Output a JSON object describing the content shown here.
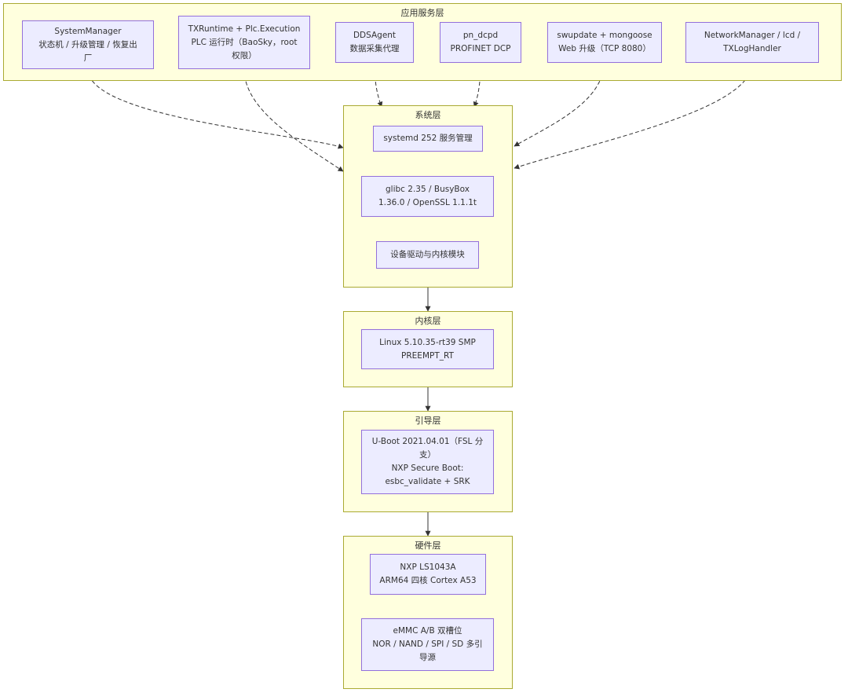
{
  "clusters": {
    "app": "应用服务层",
    "system": "系统层",
    "kernel": "内核层",
    "boot": "引导层",
    "hardware": "硬件层"
  },
  "nodes": {
    "system_manager": "SystemManager\n状态机 / 升级管理 / 恢复出\n厂",
    "tx_runtime": "TXRuntime + Plc.Execution\nPLC 运行时（BaoSky，root\n权限）",
    "dds_agent": "DDSAgent\n数据采集代理",
    "pn_dcpd": "pn_dcpd\nPROFINET DCP",
    "swupdate": "swupdate + mongoose\nWeb 升级（TCP 8080）",
    "network_manager": "NetworkManager / lcd /\nTXLogHandler",
    "systemd": "systemd 252 服务管理",
    "glibc": "glibc 2.35 / BusyBox\n1.36.0 / OpenSSL 1.1.1t",
    "drivers": "设备驱动与内核模块",
    "linux": "Linux 5.10.35-rt39 SMP\nPREEMPT_RT",
    "uboot": "U-Boot 2021.04.01（FSL 分\n支）\nNXP Secure Boot:\nesbc_validate + SRK",
    "soc": "NXP LS1043A\nARM64 四核 Cortex A53",
    "storage": "eMMC A/B 双槽位\nNOR / NAND / SPI / SD 多引\n导源"
  },
  "colors": {
    "cluster_fill": "#ffffde",
    "cluster_border": "#aaaa33",
    "node_fill": "#ececff",
    "node_border": "#9370db",
    "edge": "#333333"
  }
}
